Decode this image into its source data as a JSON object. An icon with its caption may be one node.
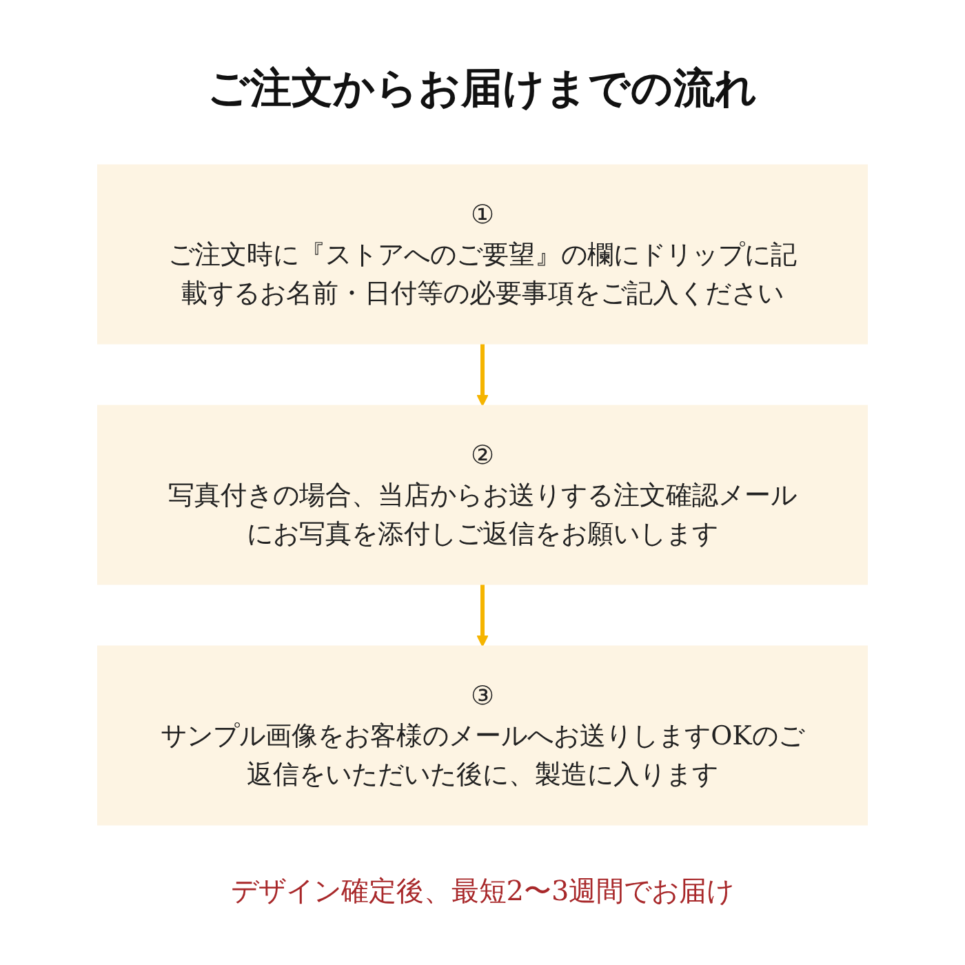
{
  "diagram": {
    "title": "ご注文からお届けまでの流れ",
    "nodes": [
      {
        "text": [
          "①",
          "ご注文時に『ストアへのご要望』の欄にドリップに記載するお名前・日付等の必要事項をご記入ください"
        ]
      },
      {
        "text": [
          "②",
          "写真付きの場合、当店からお送りする注文確認メールにお写真を添付しご返信をお願いします"
        ]
      },
      {
        "text": [
          "③",
          "サンプル画像をお客様のメールへお送りしますOKのご返信をいただいた後に、製造に入ります"
        ]
      }
    ],
    "edges": [
      {
        "from": 0,
        "to": 1,
        "arrow": "to"
      },
      {
        "from": 1,
        "to": 2,
        "arrow": "to"
      }
    ],
    "caption": "デザイン確定後、最短2〜3週間でお届け"
  }
}
